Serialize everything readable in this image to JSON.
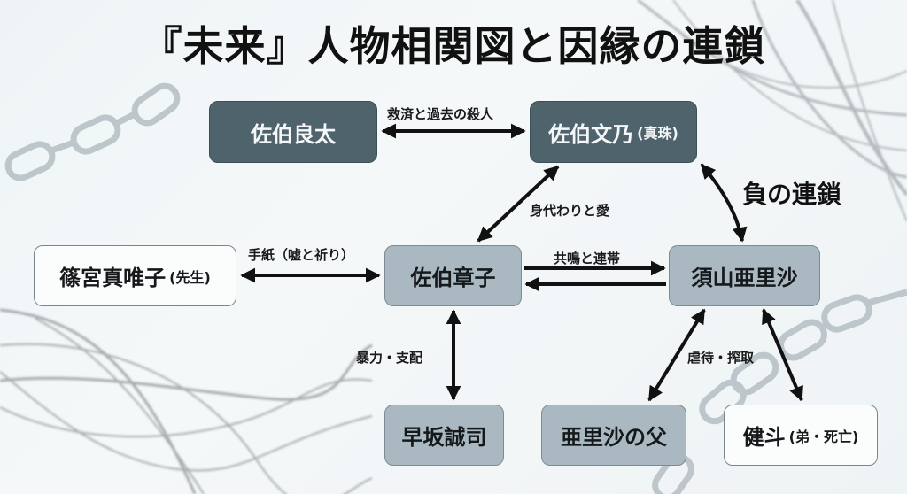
{
  "title": "『未来』人物相関図と因縁の連鎖",
  "nodes": {
    "ryota": {
      "name": "佐伯良太",
      "note": ""
    },
    "fumino": {
      "name": "佐伯文乃",
      "note": "(真珠)"
    },
    "maiko": {
      "name": "篠宮真唯子",
      "note": "(先生)"
    },
    "shoko": {
      "name": "佐伯章子",
      "note": ""
    },
    "arisa": {
      "name": "須山亜里沙",
      "note": ""
    },
    "hayasaka": {
      "name": "早坂誠司",
      "note": ""
    },
    "arisa_father": {
      "name": "亜里沙の父",
      "note": ""
    },
    "kento": {
      "name": "健斗",
      "note": "(弟・死亡)"
    }
  },
  "relations": {
    "ryota_fumino": "救済と過去の殺人",
    "fumino_shoko": "身代わりと愛",
    "fumino_arisa": "負の連鎖",
    "maiko_shoko": "手紙（嘘と祈り）",
    "shoko_arisa": "共鳴と連帯",
    "shoko_hayasaka": "暴力・支配",
    "arisa_family": "虐待・搾取"
  },
  "colors": {
    "dark_node": "#4f636c",
    "gray_node": "#aab8c1",
    "white_node": "#fbfdfd",
    "arrow": "#111111"
  }
}
